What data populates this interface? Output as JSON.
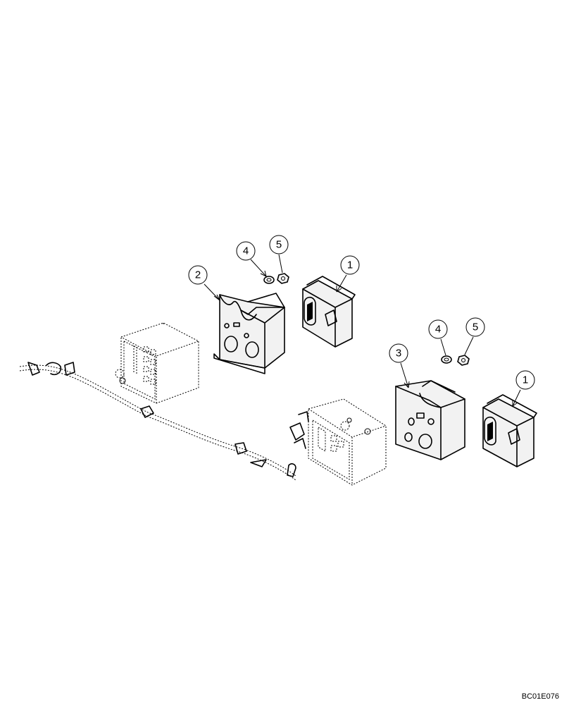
{
  "callouts": [
    {
      "id": "c2",
      "label": "2"
    },
    {
      "id": "c4a",
      "label": "4"
    },
    {
      "id": "c5a",
      "label": "5"
    },
    {
      "id": "c1a",
      "label": "1"
    },
    {
      "id": "c3",
      "label": "3"
    },
    {
      "id": "c4b",
      "label": "4"
    },
    {
      "id": "c5b",
      "label": "5"
    },
    {
      "id": "c1b",
      "label": "1"
    }
  ],
  "reference_code": "BC01E076"
}
